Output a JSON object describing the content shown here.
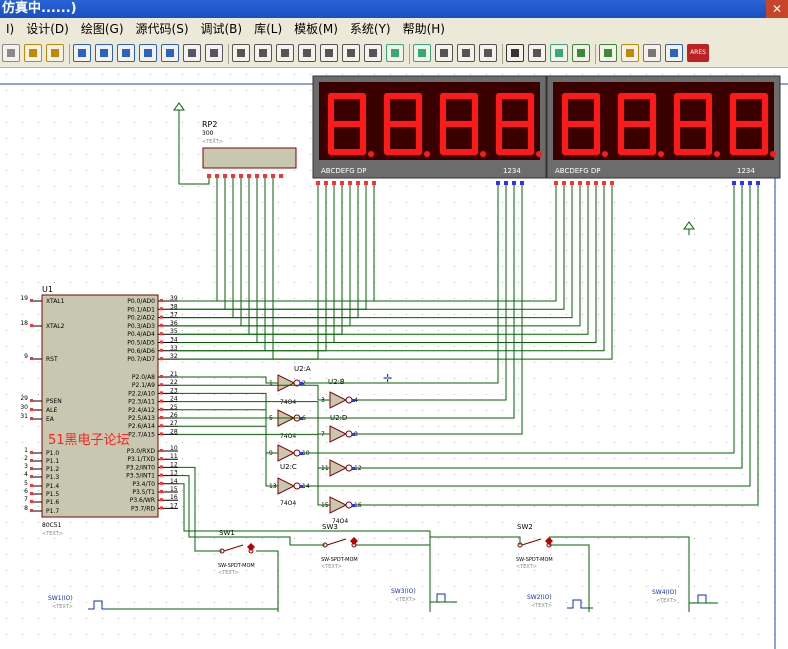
{
  "app": {
    "title": "仿真中......)"
  },
  "menu": [
    "I)",
    "设计(D)",
    "绘图(G)",
    "源代码(S)",
    "调试(B)",
    "库(L)",
    "模板(M)",
    "系统(Y)",
    "帮助(H)"
  ],
  "toolbar": {
    "icons": [
      "grid-icon",
      "cross-icon",
      "origin-icon",
      "pan-icon",
      "zoom-in-icon",
      "zoom-out-icon",
      "zoom-all-icon",
      "zoom-area-icon",
      "undo-icon",
      "redo-icon",
      "cut-icon",
      "copy-icon",
      "paste-icon",
      "block-copy-icon",
      "block-move-icon",
      "block-rotate-icon",
      "block-delete-icon",
      "pick-device-icon",
      "make-device-icon",
      "packaging-icon",
      "decompose-icon",
      "wire-autoroute-icon",
      "search-icon",
      "property-tool-icon",
      "design-explorer-icon",
      "new-sheet-icon",
      "remove-sheet-icon",
      "netlist-icon",
      "bill-icon",
      "electrical-check-icon",
      "ares-icon"
    ],
    "ares_label": "ARES"
  },
  "components": {
    "rp2": {
      "name": "RP2",
      "value": "300",
      "text": "<TEXT>"
    },
    "u1": {
      "name": "U1",
      "part": "80C51",
      "text": "<TEXT>",
      "left_pins": [
        {
          "num": "19",
          "name": "XTAL1"
        },
        {
          "num": "18",
          "name": "XTAL2"
        },
        {
          "num": "9",
          "name": "RST"
        },
        {
          "num": "29",
          "name": "PSEN"
        },
        {
          "num": "30",
          "name": "ALE"
        },
        {
          "num": "31",
          "name": "EA"
        },
        {
          "num": "1",
          "name": "P1.0"
        },
        {
          "num": "2",
          "name": "P1.1"
        },
        {
          "num": "3",
          "name": "P1.2"
        },
        {
          "num": "4",
          "name": "P1.3"
        },
        {
          "num": "5",
          "name": "P1.4"
        },
        {
          "num": "6",
          "name": "P1.5"
        },
        {
          "num": "7",
          "name": "P1.6"
        },
        {
          "num": "8",
          "name": "P1.7"
        }
      ],
      "right_pins": [
        {
          "num": "39",
          "name": "P0.0/AD0"
        },
        {
          "num": "38",
          "name": "P0.1/AD1"
        },
        {
          "num": "37",
          "name": "P0.2/AD2"
        },
        {
          "num": "36",
          "name": "P0.3/AD3"
        },
        {
          "num": "35",
          "name": "P0.4/AD4"
        },
        {
          "num": "34",
          "name": "P0.5/AD5"
        },
        {
          "num": "33",
          "name": "P0.6/AD6"
        },
        {
          "num": "32",
          "name": "P0.7/AD7"
        },
        {
          "num": "21",
          "name": "P2.0/A8"
        },
        {
          "num": "22",
          "name": "P2.1/A9"
        },
        {
          "num": "23",
          "name": "P2.2/A10"
        },
        {
          "num": "24",
          "name": "P2.3/A11"
        },
        {
          "num": "25",
          "name": "P2.4/A12"
        },
        {
          "num": "26",
          "name": "P2.5/A13"
        },
        {
          "num": "27",
          "name": "P2.6/A14"
        },
        {
          "num": "28",
          "name": "P2.7/A15"
        },
        {
          "num": "10",
          "name": "P3.0/RXD"
        },
        {
          "num": "11",
          "name": "P3.1/TXD"
        },
        {
          "num": "12",
          "name": "P3.2/INT0"
        },
        {
          "num": "13",
          "name": "P3.3/INT1"
        },
        {
          "num": "14",
          "name": "P3.4/T0"
        },
        {
          "num": "15",
          "name": "P3.5/T1"
        },
        {
          "num": "16",
          "name": "P3.6/WR"
        },
        {
          "num": "17",
          "name": "P3.7/RD"
        }
      ]
    },
    "display": {
      "segments_label": "ABCDEFG DP",
      "digits_label": "1234",
      "digits": [
        "8",
        "8",
        "8",
        "8",
        "8",
        "8",
        "8",
        "8"
      ]
    },
    "gates": {
      "u2a": "U2:A",
      "u2b": "U2:B",
      "u2c": "U2:C",
      "u2d": "U2:D",
      "part": "74O4"
    },
    "switches": [
      {
        "name": "SW1",
        "part": "SW-SPDT-MOM",
        "text": "<TEXT>"
      },
      {
        "name": "SW3",
        "part": "SW-SPDT-MOM",
        "text": "<TEXT>"
      },
      {
        "name": "SW2",
        "part": "SW-SPDT-MOM",
        "text": "<TEXT>"
      }
    ],
    "generators": [
      "SW1(IO)",
      "SW3(IO)",
      "SW2(IO)",
      "SW4(IO)"
    ]
  },
  "watermark": "51黑电子论坛",
  "colors": {
    "wire": "#006400",
    "component_fill": "#c8c8b0",
    "segment": "#ff1a1a",
    "display_bg": "#3a0000",
    "title": "#1a4fc0"
  }
}
